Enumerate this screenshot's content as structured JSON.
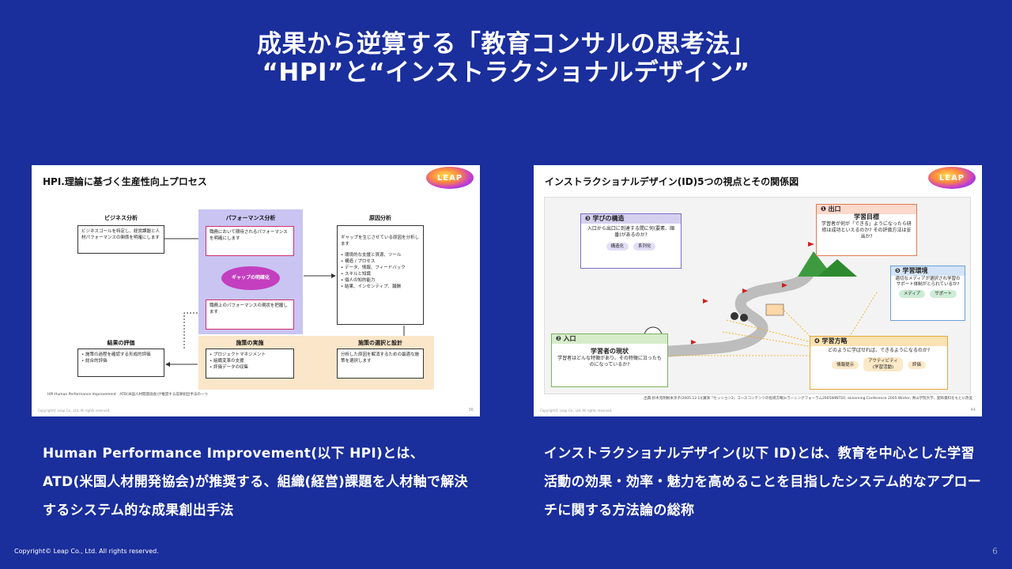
{
  "header": {
    "title_line1": "成果から逆算する「教育コンサルの思考法」",
    "title_line2": "“HPI”と“インストラクショナルデザイン”"
  },
  "left_slide": {
    "title": "HPI.理論に基づく生産性向上プロセス",
    "logo": "LEAP",
    "business_label": "ビジネス分析",
    "business_text": "ビジネスゴールを特定し、経営課題と人材パフォーマンスの関係を明確にします",
    "performance_label": "パフォーマンス分析",
    "perf_top": "職務において期待されるパフォーマンスを明確にします",
    "gap": "ギャップの明確化",
    "perf_bottom": "職務上のパフォーマンスの現状を把握します",
    "cause_label": "原因分析",
    "cause_text": "ギャップを生じさせている原因を分析します",
    "cause_items": [
      "環境的な支援と資源、ツール",
      "構造 / プロセス",
      "データ、情報、フィードバック",
      "スキルと知識",
      "個人の知的能力",
      "結果、インセンティブ、報酬"
    ],
    "result_label": "結果の評価",
    "result_items": [
      "施策の過程を確認する形成的評価",
      "総合的評価"
    ],
    "impl_label": "施策の実施",
    "impl_items": [
      "プロジェクトマネジメント",
      "組織変革の支援",
      "評価データの収集"
    ],
    "select_label": "施策の選択と設計",
    "select_text": "分析した原因を解消するための最適な施策を選択します",
    "footnote": "HPI:Human Performance Improvement　ATD(米国人材開発協会)が推奨する成果創出手法の一つ",
    "copyright": "Copyright© Leap Co., Ltd.  All rights reserved.",
    "page": "36"
  },
  "right_slide": {
    "title": "インストラクショナルデザイン(ID)5つの視点とその関係図",
    "logo": "LEAP",
    "structure_label": "❸ 学びの構造",
    "structure_text": "入口から出口に到達する間に何(要素、順番)があるのか?",
    "structure_chips": [
      "構造化",
      "系列化"
    ],
    "exit_label": "❶ 出口",
    "goal_title": "学習目標",
    "goal_text": "学習者が何が「できる」ようになったら研修は成功といえるのか? その評価方法は妥当か?",
    "env_label": "❺ 学習環境",
    "env_text": "適切なメディアが選択され学習のサポート体制がとられているか?",
    "env_chips": [
      "メディア",
      "サポート"
    ],
    "entry_label": "❷ 入口",
    "learner_title": "学習者の現状",
    "learner_text": "学習者はどんな特徴があり、その特徴に沿ったものになっているか?",
    "strategy_label": "❹ 学習方略",
    "strategy_text": "どのように学ばせれば、できるようになるのか?",
    "strategy_chips": [
      "情報提示",
      "アクティビティ(学習活動)",
      "評価"
    ],
    "source": "出典:鈴木克明根本淳子(2005.12.1)[講演『セッション2』コースコンテンツの指導方略]eラーニングフォーラム2005WINTER, eLearning Conference 2005 Winter, 青山学院大学、配布資料をもとに改変",
    "copyright": "Copyright© Leap Co., Ltd.  All rights reserved.",
    "page": "44"
  },
  "desc_left": "Human Performance Improvement(以下 HPI)とは、ATD(米国人材開発協会)が推奨する、組織(経営)課題を人材軸で解決するシステム的な成果創出手法",
  "desc_right": "インストラクショナルデザイン(以下 ID)とは、教育を中心とした学習活動の効果・効率・魅力を高めることを目指したシステム的なアプローチに関する方法論の総称",
  "footer": {
    "copyright": "Copyright© Leap Co., Ltd.  All rights reserved.",
    "page_number": "6"
  },
  "colors": {
    "background": "#1a2e9c",
    "accent_pink": "#d0306f",
    "lavender": "#c9c4f2",
    "peach": "#fbe6c9"
  }
}
